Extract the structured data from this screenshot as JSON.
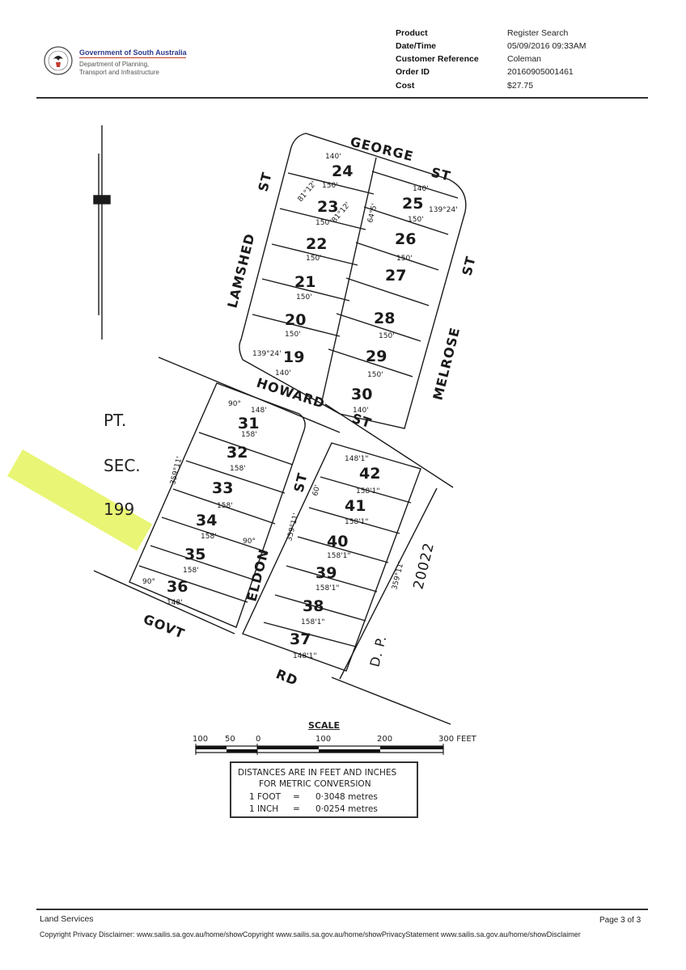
{
  "header": {
    "gov_title": "Government of South Australia",
    "dept_line1": "Department of Planning,",
    "dept_line2": "Transport and Infrastructure",
    "logo_icon": "coat-of-arms-icon",
    "meta": [
      {
        "label": "Product",
        "value": "Register Search"
      },
      {
        "label": "Date/Time",
        "value": "05/09/2016 09:33AM"
      },
      {
        "label": "Customer Reference",
        "value": "Coleman"
      },
      {
        "label": "Order ID",
        "value": "20160905001461"
      },
      {
        "label": "Cost",
        "value": "$27.75"
      }
    ]
  },
  "plan": {
    "streets": {
      "george": "GEORGE",
      "george_st": "ST",
      "lamshed": "LAMSHED",
      "lamshed_st": "ST",
      "melrose": "MELROSE",
      "melrose_st": "ST",
      "howard": "HOWARD",
      "howard_st": "ST",
      "eldon": "ELDON",
      "eldon_st": "ST",
      "govt": "GOVT",
      "rd": "RD",
      "dp": "D. P.",
      "dp_num": "20022"
    },
    "section": {
      "pt": "PT.",
      "sec": "SEC.",
      "num": "199"
    },
    "lots": {
      "l19": "19",
      "l20": "20",
      "l21": "21",
      "l22": "22",
      "l23": "23",
      "l24": "24",
      "l25": "25",
      "l26": "26",
      "l27": "27",
      "l28": "28",
      "l29": "29",
      "l30": "30",
      "l31": "31",
      "l32": "32",
      "l33": "33",
      "l34": "34",
      "l35": "35",
      "l36": "36",
      "l37": "37",
      "l38": "38",
      "l39": "39",
      "l40": "40",
      "l41": "41",
      "l42": "42"
    },
    "dims": {
      "d150": "150'",
      "d140": "140'",
      "d158": "158'",
      "d1581": "158'1\"",
      "d148": "148'",
      "d1481": "148'1\"",
      "a8112": "81°12'",
      "a645": "64°5'",
      "a90": "90°",
      "d60": "60'",
      "d3591": "359°11'",
      "a13924": "139°24'"
    },
    "north_icon": "north-arrow-icon"
  },
  "scale": {
    "title": "SCALE",
    "l100": "100",
    "l50": "50",
    "l0": "0",
    "r100": "100",
    "r200": "200",
    "r300": "300 FEET"
  },
  "conversion": {
    "line1": "DISTANCES ARE IN FEET AND INCHES",
    "line2": "FOR METRIC CONVERSION",
    "foot_label": "1 FOOT",
    "eq": "=",
    "foot_value": "0·3048 metres",
    "inch_label": "1 INCH",
    "inch_value": "0·0254 metres"
  },
  "footer": {
    "org": "Land Services",
    "page": "Page 3 of 3",
    "disclaimer": "Copyright Privacy Disclaimer: www.sailis.sa.gov.au/home/showCopyright www.sailis.sa.gov.au/home/showPrivacyStatement www.sailis.sa.gov.au/home/showDisclaimer"
  }
}
